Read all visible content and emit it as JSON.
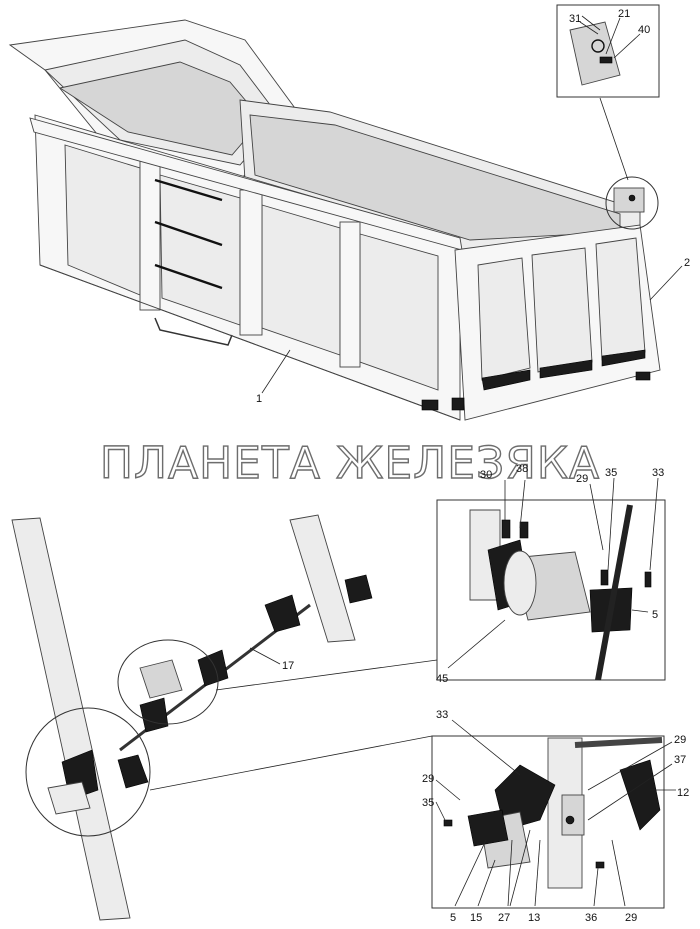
{
  "watermark": "ПЛАНЕТА ЖЕЛЕЗЯКА",
  "callouts": {
    "c1": "1",
    "c2": "2",
    "c31": "31",
    "c21": "21",
    "c40": "40",
    "c30": "30",
    "c38": "38",
    "c29a": "29",
    "c35a": "35",
    "c33a": "33",
    "c5a": "5",
    "c45": "45",
    "c17": "17",
    "c33b": "33",
    "c29b": "29",
    "c37": "37",
    "c12": "12",
    "c29c": "29",
    "c35b": "35",
    "c5b": "5",
    "c15": "15",
    "c27": "27",
    "c13": "13",
    "c36": "36",
    "c29d": "29"
  },
  "colors": {
    "line": "#444444",
    "panel": "#ececec",
    "dark_part": "#1b1b1b",
    "watermark_outline": "#6d6d6d"
  }
}
